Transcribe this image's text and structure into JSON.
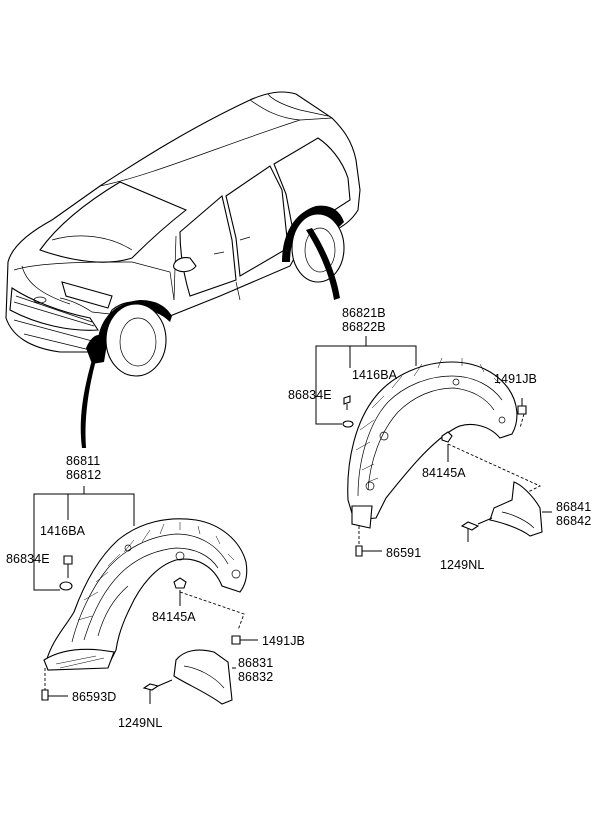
{
  "labels": {
    "front_liner": [
      "86811",
      "86812"
    ],
    "front_clip": "1416BA",
    "front_bracket": "86834E",
    "front_nut": "84145A",
    "front_clip_b": "1491JB",
    "front_mudguard": [
      "86831",
      "86832"
    ],
    "front_screw": "86593D",
    "front_bolt": "1249NL",
    "rear_liner": [
      "86821B",
      "86822B"
    ],
    "rear_clip": "1416BA",
    "rear_bracket": "86834E",
    "rear_clip_b": "1491JB",
    "rear_nut": "84145A",
    "rear_mudguard": [
      "86841",
      "86842"
    ],
    "rear_bolt": "1249NL",
    "rear_screw": "86591"
  }
}
